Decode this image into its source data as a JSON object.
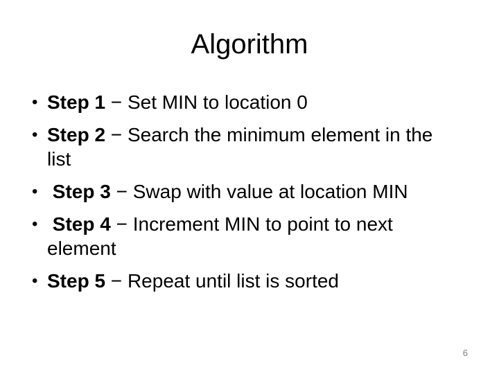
{
  "slide": {
    "title": "Algorithm",
    "page_number": "6",
    "bullet_char": "•",
    "colors": {
      "background": "#ffffff",
      "text": "#000000",
      "page_number": "#808080"
    },
    "bullets": [
      {
        "label": "Step 1",
        "separator": " − ",
        "text": "Set MIN to location 0"
      },
      {
        "label": "Step 2",
        "separator": " − ",
        "text": "Search the minimum element in the list"
      },
      {
        "label": " Step 3",
        "separator": " − ",
        "text": "Swap with value at location MIN"
      },
      {
        "label": " Step 4",
        "separator": " − ",
        "text": "Increment MIN to point to next element"
      },
      {
        "label": "Step 5",
        "separator": " − ",
        "text": "Repeat until list is sorted"
      }
    ]
  }
}
